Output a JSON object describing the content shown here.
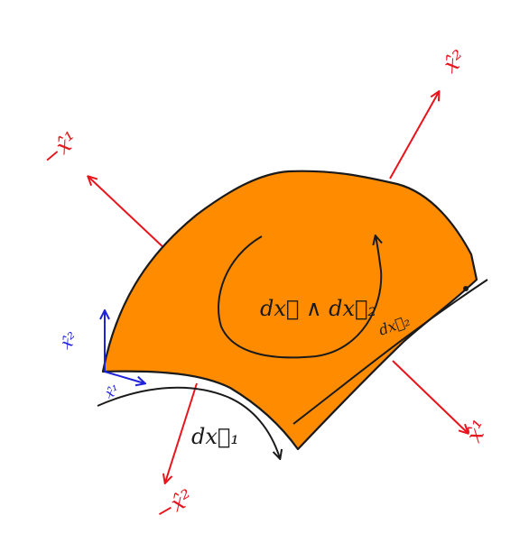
{
  "colors": {
    "surface_fill": "#FF8C00",
    "outline": "#1a1a1a",
    "normal_axes": "#E8141C",
    "tangent_basis": "#1E22D8",
    "background": "#FFFFFF"
  },
  "labels": {
    "wedge": "dx⃗ ∧ dx⃗₂",
    "dx1": "dx⃗₁",
    "dx2_small": "dx⃗₂",
    "e2_axis": "x̂²",
    "e1_axis": "x̂¹",
    "neg_e1_axis": "−x̂¹",
    "neg_e2_axis": "−x̂²",
    "basis_x2": "x̂²",
    "basis_x1": "x̂¹"
  }
}
